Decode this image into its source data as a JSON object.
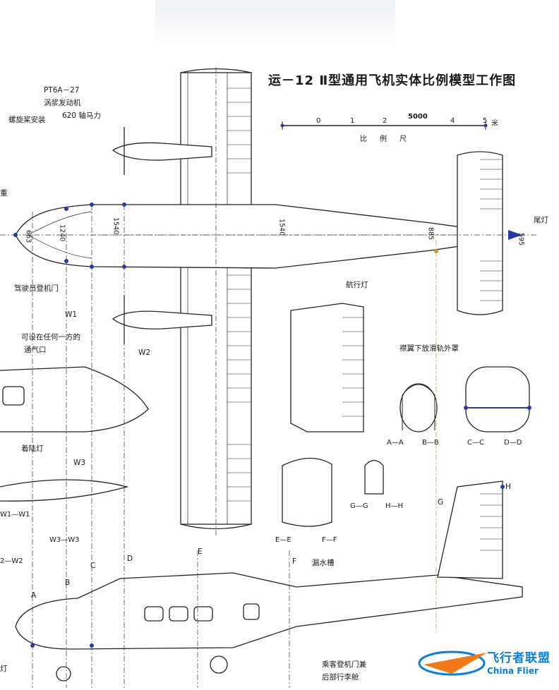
{
  "title": "运－12 Ⅱ型通用飞机实体比例模型工作图",
  "engine": {
    "model": "PT6A－27",
    "type": "涡浆发动机",
    "power": "620 轴马力"
  },
  "labels": {
    "prop_install": "螺旋桨安装",
    "weight": "重",
    "tail_light": "尾灯",
    "cockpit_door": "驾驶员登机门",
    "nav_light": "航行灯",
    "vent_left": "可设在任何一方的",
    "vent_right": "通气口",
    "flap_fairing": "襟翼下放滑轨外罩",
    "landing_light": "着陆灯",
    "drain": "漏水槽",
    "rear_door_a": "乘客登机门兼",
    "rear_door_b": "后部行李舱",
    "lamp": "灯"
  },
  "scale": {
    "ticks": [
      "0",
      "1",
      "2",
      "4",
      "5"
    ],
    "unit": "米",
    "length": "5000",
    "caption": "比例尺"
  },
  "dims": {
    "d1540a": "1540",
    "d1540b": "1540",
    "d1240": "1240",
    "d663": "663",
    "d885": "885",
    "d595": "595"
  },
  "stations": [
    "W1",
    "W2",
    "W3",
    "A",
    "B",
    "C",
    "D",
    "E",
    "F",
    "G",
    "H"
  ],
  "sections": {
    "aa": "A—A",
    "bb": "B—B",
    "cc": "C—C",
    "dd": "D—D",
    "gg": "G—G",
    "hh": "H—H",
    "ee": "E—E",
    "ff": "F—F",
    "w1w1": "W1—W1",
    "w3w3": "W3—W3",
    "w2w2": "2—W2"
  },
  "watermark": {
    "cn": "飞行者联盟",
    "en": "China Flier"
  }
}
